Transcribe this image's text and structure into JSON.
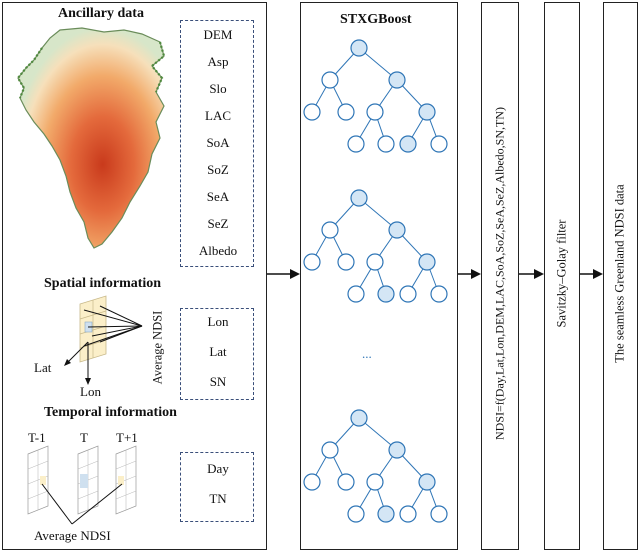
{
  "ancillary": {
    "title": "Ancillary data",
    "items": [
      "DEM",
      "Asp",
      "Slo",
      "LAC",
      "SoA",
      "SoZ",
      "SeA",
      "SeZ",
      "Albedo"
    ]
  },
  "spatial": {
    "title": "Spatial information",
    "items": [
      "Lon",
      "Lat",
      "SN"
    ],
    "axis_lat": "Lat",
    "axis_lon": "Lon",
    "avg_label": "Average NDSI"
  },
  "temporal": {
    "title": "Temporal information",
    "items": [
      "Day",
      "TN"
    ],
    "t_minus": "T-1",
    "t": "T",
    "t_plus": "T+1",
    "avg_label": "Average NDSI"
  },
  "model": {
    "title": "STXGBoost",
    "ellipsis": "..."
  },
  "formula": "NDSI=f(Day,Lat,Lon,DEM,LAC,SoA,SoZ,SeA,SeZ,Albedo,SN,TN)",
  "filter": "Savitzky–Golay filter",
  "output": "The seamless Greenland NDSI data",
  "colors": {
    "node_fill": "#d4e6f5",
    "node_stroke": "#2e75b6",
    "greenland_high": "#d8502a",
    "greenland_low": "#f6e6c8"
  }
}
